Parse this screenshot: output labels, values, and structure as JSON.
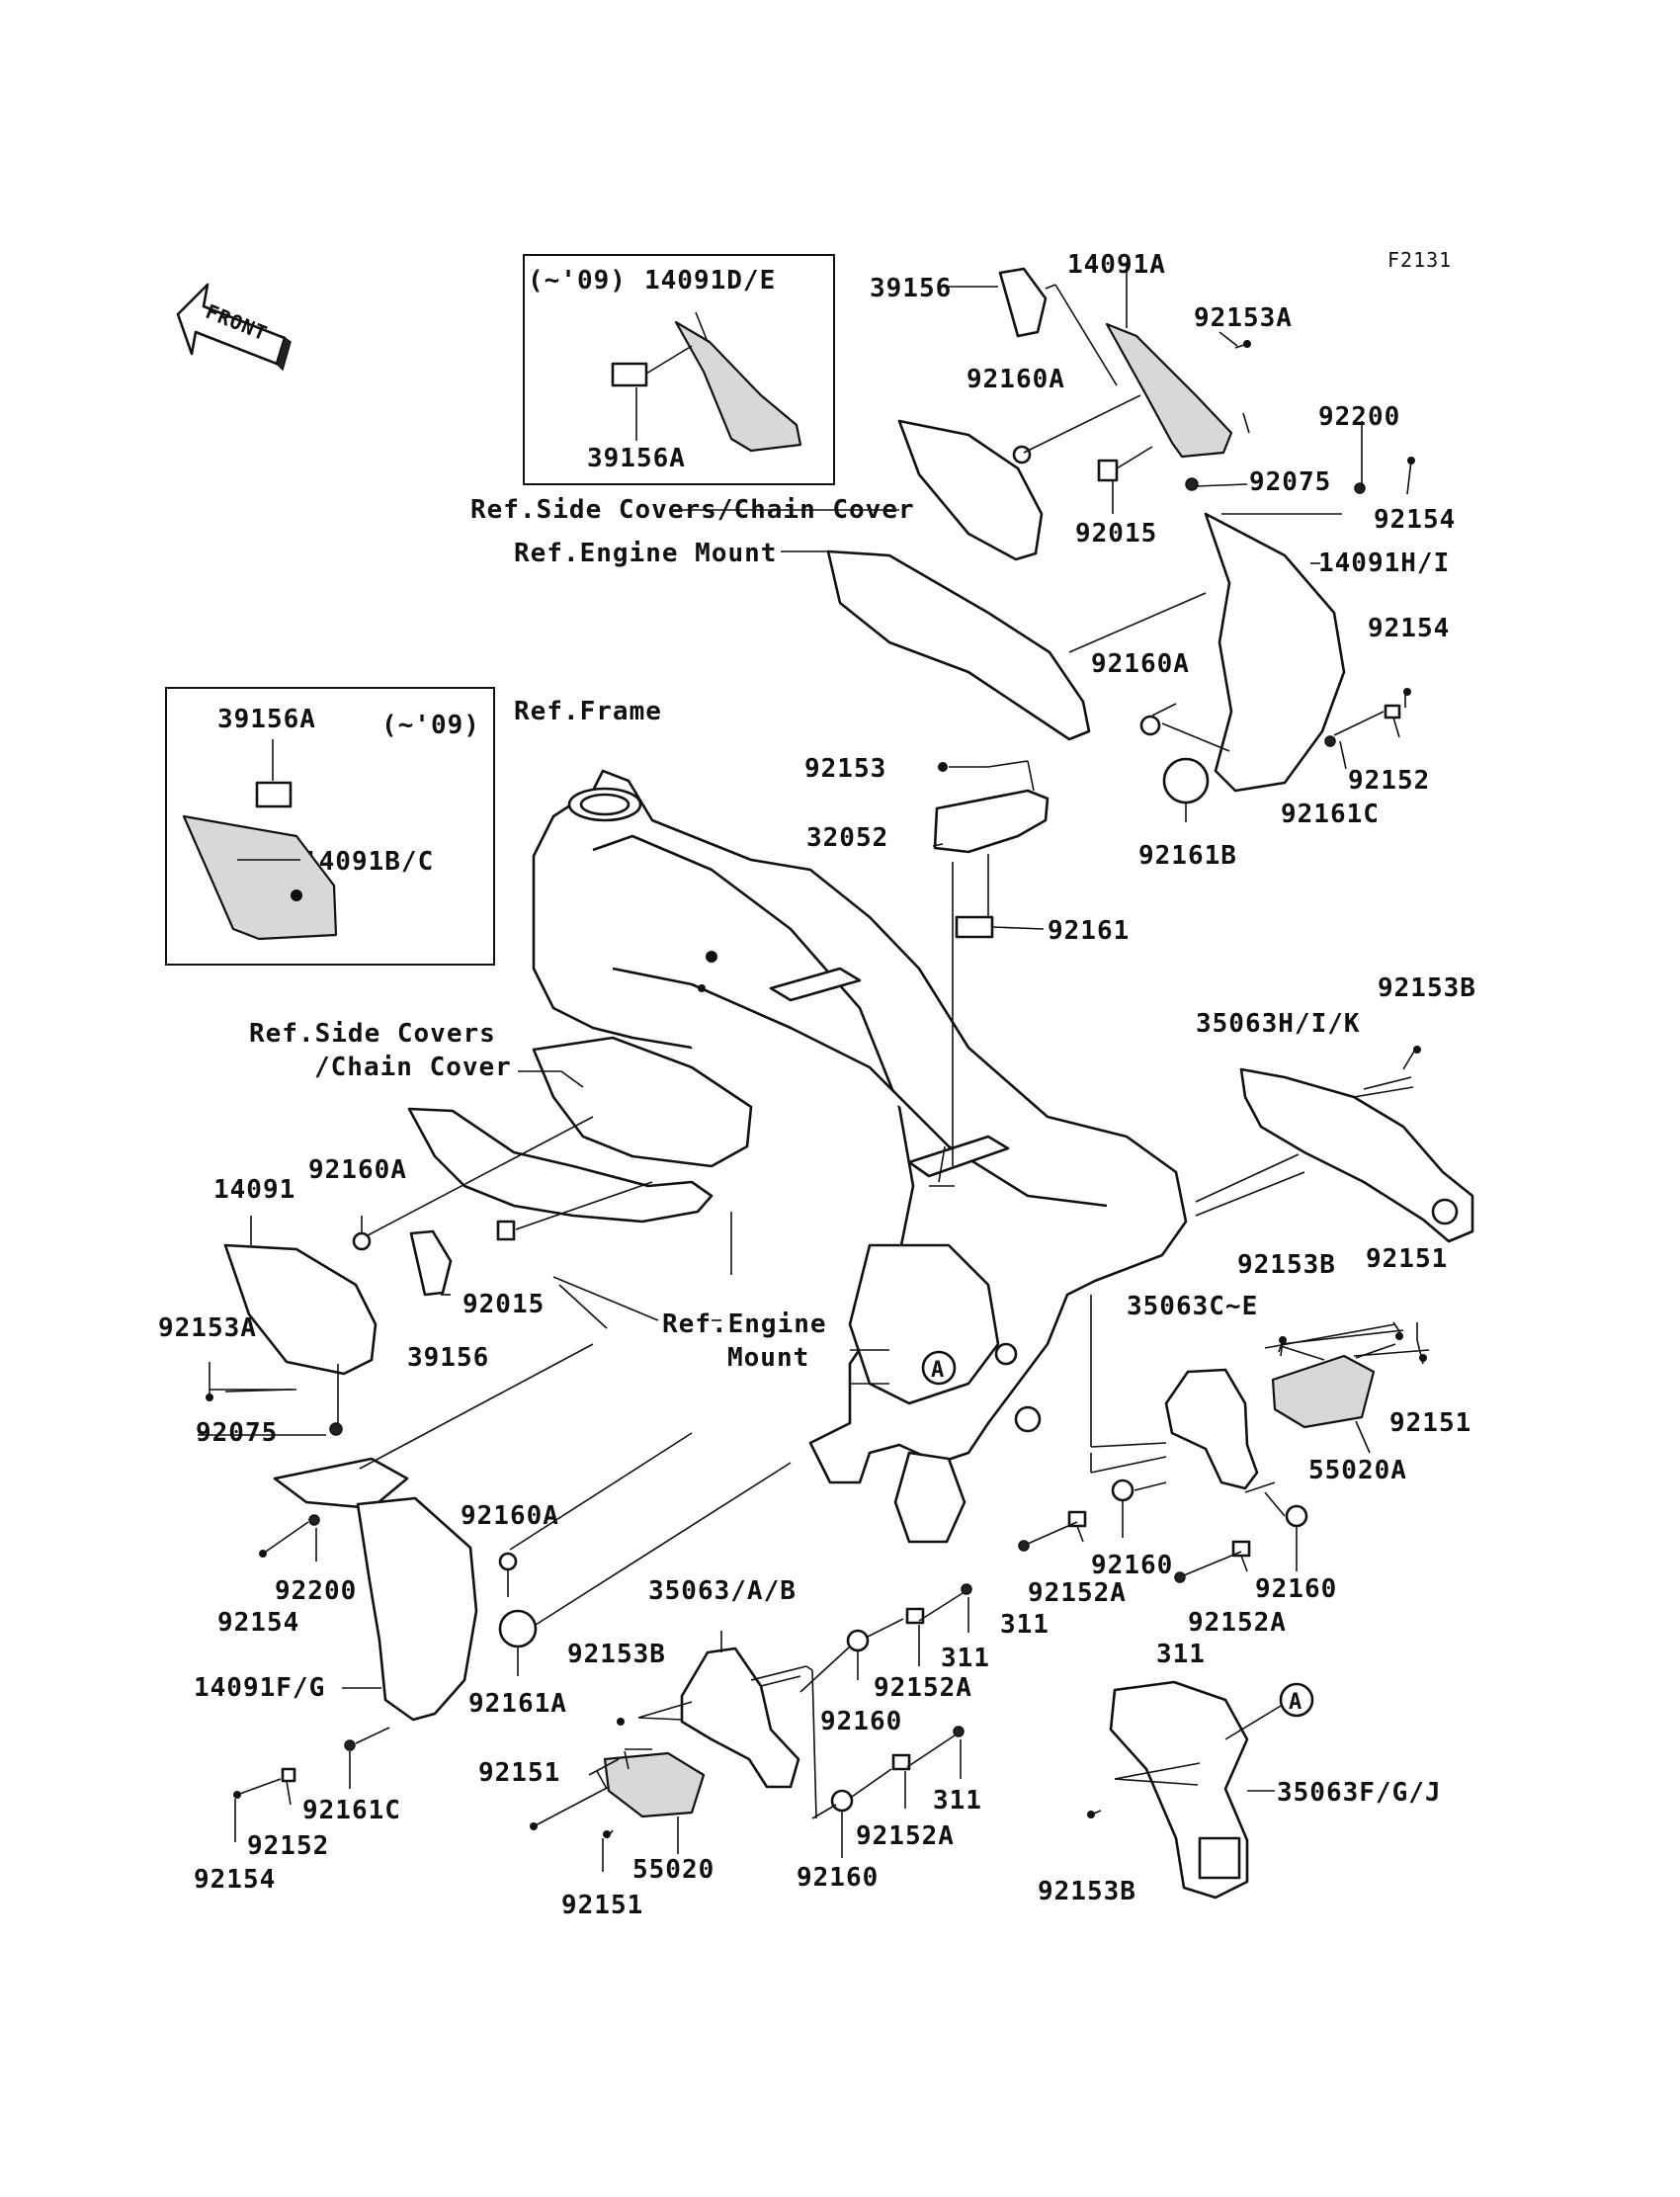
{
  "figure_code": "F2131",
  "front_indicator": "FRONT",
  "callout_marker": "A",
  "inset_top": {
    "year_note": "(~'09)",
    "parts": [
      "14091D/E",
      "39156A"
    ]
  },
  "inset_left": {
    "year_note": "(~'09)",
    "parts": [
      "39156A",
      "14091B/C"
    ]
  },
  "references": {
    "side_covers_chain_cover_top": "Ref.Side Covers/Chain Cover",
    "engine_mount_top": "Ref.Engine Mount",
    "frame": "Ref.Frame",
    "side_covers_left_line1": "Ref.Side Covers",
    "side_covers_left_line2": "/Chain Cover",
    "engine_mount_left_line1": "Ref.Engine",
    "engine_mount_left_line2": "Mount"
  },
  "part_labels": {
    "p39156_top": "39156",
    "p14091A": "14091A",
    "p92153A_top": "92153A",
    "p92160A_top": "92160A",
    "p92200_top": "92200",
    "p92075_top": "92075",
    "p92015_top": "92015",
    "p92154_top": "92154",
    "p14091HI": "14091H/I",
    "p92160A_mid": "92160A",
    "p92154_mid": "92154",
    "p92152_mid": "92152",
    "p92161C_top": "92161C",
    "p92161B": "92161B",
    "p92153": "92153",
    "p32052": "32052",
    "p92161": "92161",
    "p92153B_r": "92153B",
    "p35063HIK": "35063H/I/K",
    "p14091": "14091",
    "p92160A_left": "92160A",
    "p92153A_left": "92153A",
    "p92015_left": "92015",
    "p39156_left": "39156",
    "p92075_left": "92075",
    "p92153B_mid": "92153B",
    "p35063CE": "35063C~E",
    "p92151_r1": "92151",
    "p92151_r2": "92151",
    "p55020A": "55020A",
    "p92160A_low": "92160A",
    "p92200_low": "92200",
    "p92154_low": "92154",
    "p92161A": "92161A",
    "p14091FG": "14091F/G",
    "p92161C_low": "92161C",
    "p92152_low": "92152",
    "p92154_bottom": "92154",
    "p92160_r1": "92160",
    "p92152A_r1": "92152A",
    "p311_r1": "311",
    "p92160_r2": "92160",
    "p92152A_r2": "92152A",
    "p311_r2": "311",
    "p35063AB": "35063/A/B",
    "p92153B_low": "92153B",
    "p311_c1": "311",
    "p92152A_c1": "92152A",
    "p92160_c1": "92160",
    "p92151_c1": "92151",
    "p311_c2": "311",
    "p92152A_c2": "92152A",
    "p55020": "55020",
    "p92160_c2": "92160",
    "p92151_c2": "92151",
    "p35063FGJ": "35063F/G/J",
    "p92153B_br": "92153B"
  }
}
